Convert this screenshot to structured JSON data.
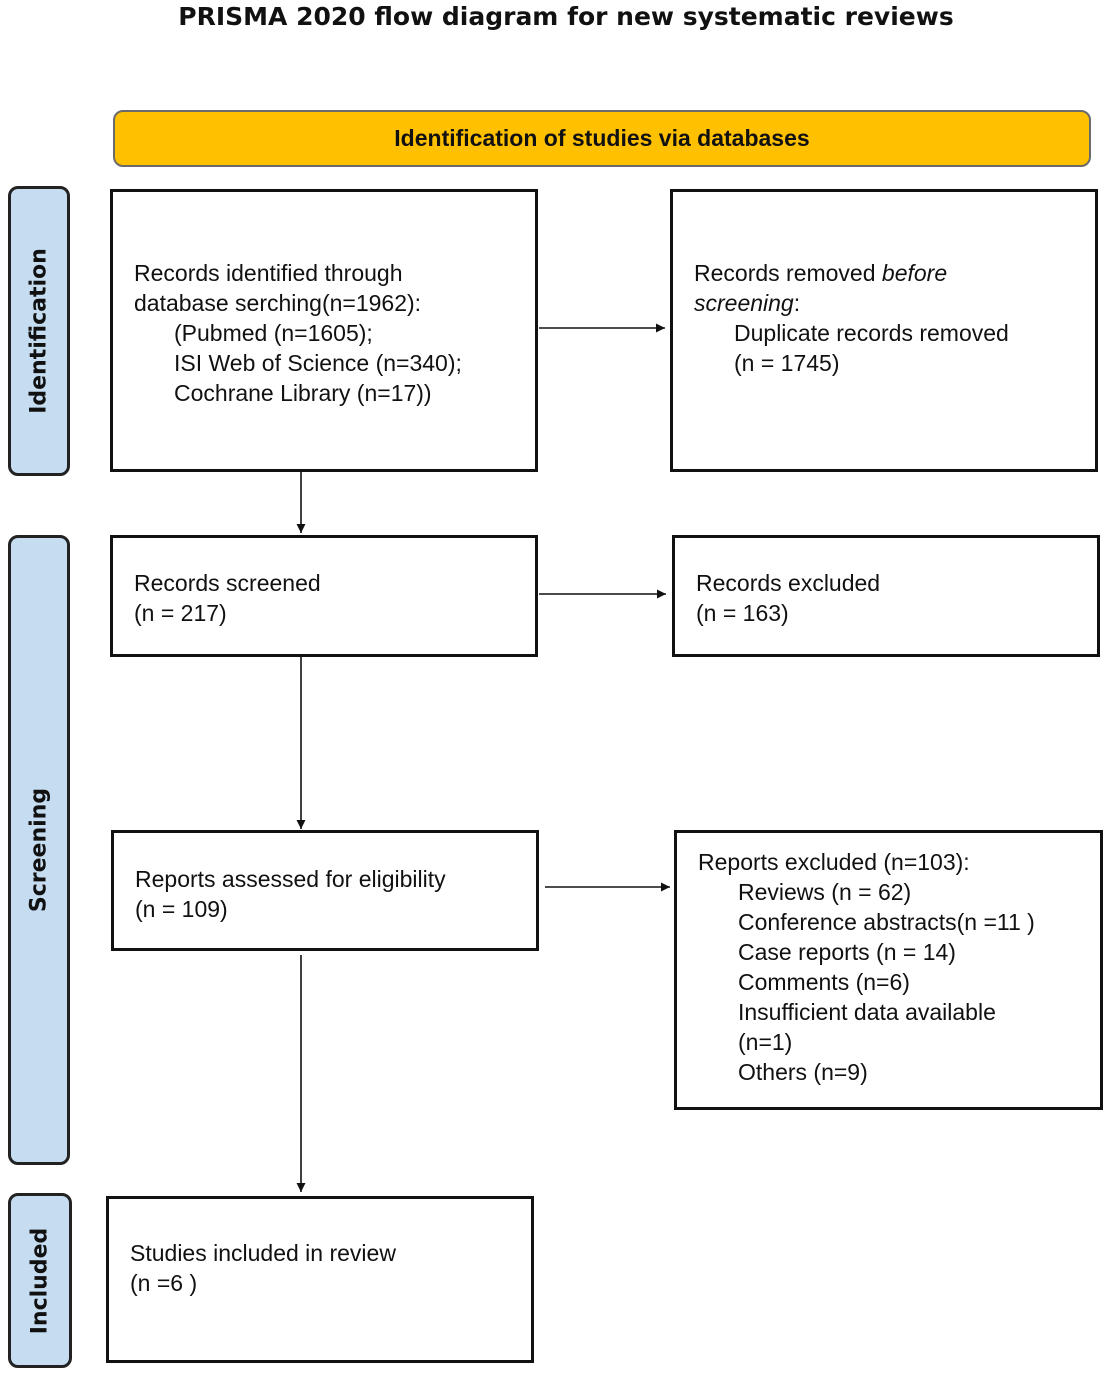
{
  "title": "PRISMA 2020 flow diagram for new systematic reviews",
  "banner": "Identification of studies via databases",
  "stages": {
    "identification": "Identification",
    "screening": "Screening",
    "included": "Included"
  },
  "records_identified": {
    "line1": "Records identified through",
    "line2": "database serching(n=1962):",
    "sources": [
      "(Pubmed (n=1605);",
      "ISI Web of Science (n=340);",
      "Cochrane Library (n=17))"
    ]
  },
  "records_removed": {
    "prefix": "Records removed ",
    "italic1": "before",
    "italic2": "screening",
    "suffix": ":",
    "item1": "Duplicate records removed",
    "item2": "(n = 1745)"
  },
  "records_screened": {
    "label": "Records screened",
    "count": "(n = 217)"
  },
  "records_excluded": {
    "label": "Records excluded",
    "count": "(n = 163)"
  },
  "reports_assessed": {
    "label": "Reports assessed for eligibility",
    "count": "(n = 109)"
  },
  "reports_excluded": {
    "label": "Reports excluded (n=103):",
    "items": [
      "Reviews (n = 62)",
      "Conference abstracts(n =11 )",
      "Case reports (n = 14)",
      "Comments (n=6)",
      "Insufficient data available",
      "(n=1)",
      "Others (n=9)"
    ]
  },
  "studies_included": {
    "label": "Studies included in review",
    "count": "(n =6 )"
  }
}
